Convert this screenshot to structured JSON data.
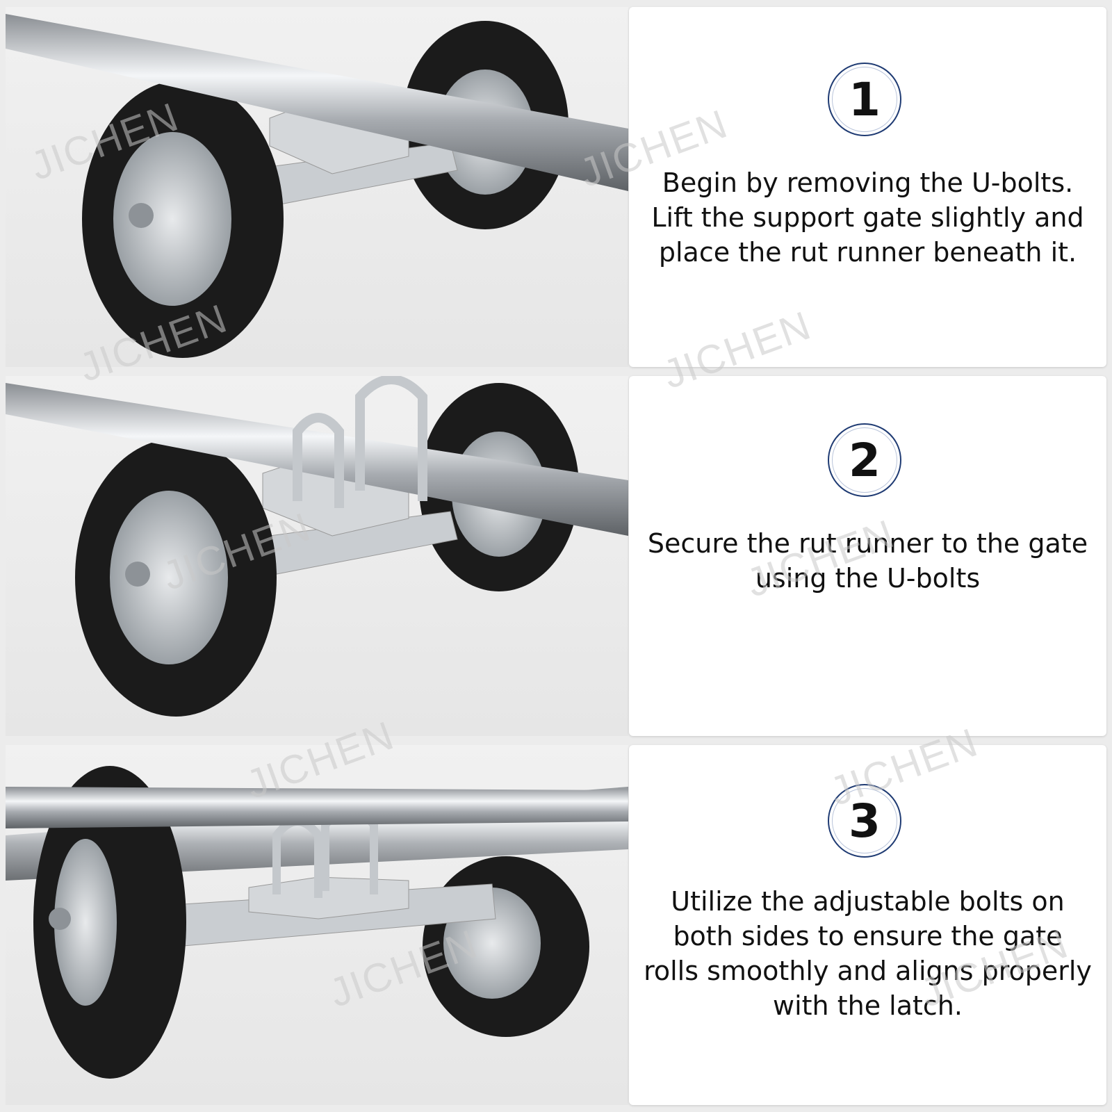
{
  "brand_watermark": "JICHEN",
  "steps": [
    {
      "number": "1",
      "text": "Begin by removing the U-bolts. Lift the support gate slightly and place the rut runner beneath it."
    },
    {
      "number": "2",
      "text": "Secure the rut runner to the gate using the U-bolts"
    },
    {
      "number": "3",
      "text": "Utilize the adjustable bolts on both sides to ensure the gate rolls smoothly and aligns properly with the latch."
    }
  ],
  "colors": {
    "badge_border": "#1f3b73",
    "panel_bg": "#ffffff",
    "tire": "#1b1b1b",
    "metal": "#bfc3c7"
  }
}
